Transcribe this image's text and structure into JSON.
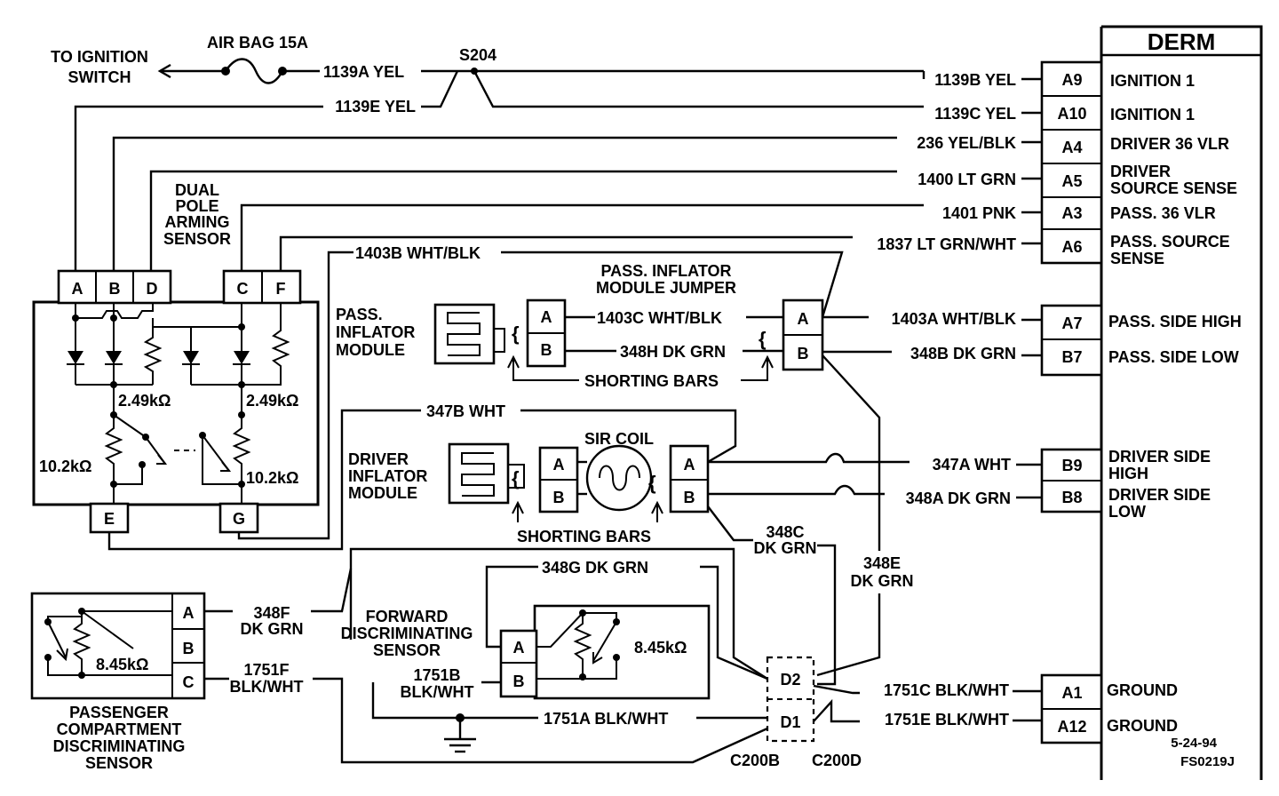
{
  "derm": {
    "title": "DERM",
    "pins": [
      {
        "pin": "A9",
        "wire": "1139B YEL",
        "function": "IGNITION 1"
      },
      {
        "pin": "A10",
        "wire": "1139C YEL",
        "function": "IGNITION 1"
      },
      {
        "pin": "A4",
        "wire": "236 YEL/BLK",
        "function": "DRIVER 36 VLR"
      },
      {
        "pin": "A5",
        "wire": "1400 LT GRN",
        "function_lines": [
          "DRIVER",
          "SOURCE SENSE"
        ]
      },
      {
        "pin": "A3",
        "wire": "1401 PNK",
        "function": "PASS. 36 VLR"
      },
      {
        "pin": "A6",
        "wire": "1837 LT GRN/WHT",
        "function_lines": [
          "PASS. SOURCE",
          "SENSE"
        ]
      },
      {
        "pin": "A7",
        "wire": "1403A WHT/BLK",
        "function": "PASS. SIDE HIGH"
      },
      {
        "pin": "B7",
        "wire": "348B DK GRN",
        "function": "PASS. SIDE LOW"
      },
      {
        "pin": "B9",
        "wire": "347A WHT",
        "function_lines": [
          "DRIVER SIDE",
          "HIGH"
        ]
      },
      {
        "pin": "B8",
        "wire": "348A DK GRN",
        "function_lines": [
          "DRIVER SIDE",
          "LOW"
        ]
      },
      {
        "pin": "A1",
        "wire": "1751C BLK/WHT",
        "function": "GROUND"
      },
      {
        "pin": "A12",
        "wire": "1751E BLK/WHT",
        "function": "GROUND"
      }
    ]
  },
  "top": {
    "ignition_switch": [
      "TO IGNITION",
      "SWITCH"
    ],
    "fuse": "AIR BAG 15A",
    "wire_1139a": "1139A YEL",
    "wire_1139e": "1139E YEL",
    "splice": "S204"
  },
  "arming_sensor": {
    "title": [
      "DUAL",
      "POLE",
      "ARMING",
      "SENSOR"
    ],
    "pins_top": [
      "A",
      "B",
      "D",
      "C",
      "F"
    ],
    "pins_bottom": [
      "E",
      "G"
    ],
    "resistor_left": "2.49kΩ",
    "resistor_right": "2.49kΩ",
    "resistor_low_left": "10.2kΩ",
    "resistor_low_right": "10.2kΩ"
  },
  "pass_inflator": {
    "label": [
      "PASS.",
      "INFLATOR",
      "MODULE"
    ],
    "jumper_label": [
      "PASS. INFLATOR",
      "MODULE JUMPER"
    ],
    "pins": [
      "A",
      "B"
    ],
    "jumper_pins": [
      "A",
      "B"
    ],
    "wire_1403b": "1403B WHT/BLK",
    "wire_1403c": "1403C WHT/BLK",
    "wire_348h": "348H DK GRN",
    "shorting_bars": "SHORTING BARS"
  },
  "driver_inflator": {
    "label": [
      "DRIVER",
      "INFLATOR",
      "MODULE"
    ],
    "pins": [
      "A",
      "B"
    ],
    "coil_pins": [
      "A",
      "B"
    ],
    "sir_coil": "SIR COIL",
    "wire_347b": "347B WHT",
    "shorting_bars": "SHORTING BARS"
  },
  "wires": {
    "w348c": [
      "348C",
      "DK GRN"
    ],
    "w348e": [
      "348E",
      "DK GRN"
    ],
    "w348f": [
      "348F",
      "DK GRN"
    ],
    "w1751f": [
      "1751F",
      "BLK/WHT"
    ],
    "w1751b": [
      "1751B",
      "BLK/WHT"
    ],
    "w348g": "348G DK GRN",
    "w1751a": "1751A BLK/WHT"
  },
  "forward_sensor": {
    "label": [
      "FORWARD",
      "DISCRIMINATING",
      "SENSOR"
    ],
    "pins": [
      "A",
      "B"
    ],
    "resistor": "8.45kΩ"
  },
  "passenger_sensor": {
    "label": [
      "PASSENGER",
      "COMPARTMENT",
      "DISCRIMINATING",
      "SENSOR"
    ],
    "pins": [
      "A",
      "B",
      "C"
    ],
    "resistor": "8.45kΩ"
  },
  "connectors": {
    "d2": "D2",
    "d1": "D1",
    "c200b": "C200B",
    "c200d": "C200D"
  },
  "footer": {
    "date": "5-24-94",
    "code": "FS0219J"
  }
}
